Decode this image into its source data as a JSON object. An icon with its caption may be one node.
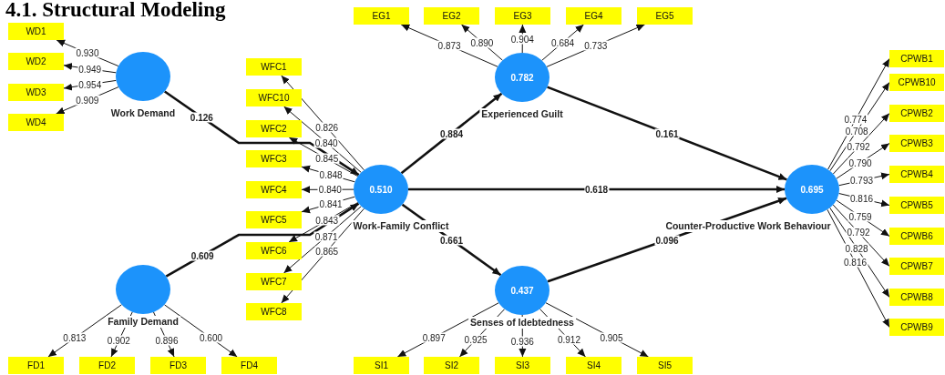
{
  "diagram": {
    "title": "4.1. Structural Modeling",
    "nodes": [
      {
        "text": [
          "WD1"
        ]
      },
      {
        "text": [
          "WD2"
        ]
      },
      {
        "text": [
          "WD3"
        ]
      },
      {
        "text": [
          "WD4"
        ]
      },
      {
        "text": [
          "Work Demand"
        ]
      },
      {
        "text": [
          "EG1"
        ]
      },
      {
        "text": [
          "EG2"
        ]
      },
      {
        "text": [
          "EG3"
        ]
      },
      {
        "text": [
          "EG4"
        ]
      },
      {
        "text": [
          "EG5"
        ]
      },
      {
        "text": [
          "0.782",
          "Experienced Guilt"
        ]
      },
      {
        "text": [
          "WFC1"
        ]
      },
      {
        "text": [
          "WFC10"
        ]
      },
      {
        "text": [
          "WFC2"
        ]
      },
      {
        "text": [
          "WFC3"
        ]
      },
      {
        "text": [
          "WFC4"
        ]
      },
      {
        "text": [
          "WFC5"
        ]
      },
      {
        "text": [
          "WFC6"
        ]
      },
      {
        "text": [
          "WFC7"
        ]
      },
      {
        "text": [
          "WFC8"
        ]
      },
      {
        "text": [
          "0.510",
          "Work-Family Conflict"
        ]
      },
      {
        "text": [
          "CPWB1"
        ]
      },
      {
        "text": [
          "CPWB10"
        ]
      },
      {
        "text": [
          "CPWB2"
        ]
      },
      {
        "text": [
          "CPWB3"
        ]
      },
      {
        "text": [
          "CPWB4"
        ]
      },
      {
        "text": [
          "CPWB5"
        ]
      },
      {
        "text": [
          "CPWB6"
        ]
      },
      {
        "text": [
          "CPWB7"
        ]
      },
      {
        "text": [
          "CPWB8"
        ]
      },
      {
        "text": [
          "CPWB9"
        ]
      },
      {
        "text": [
          "0.695",
          "Counter-Productive Work Behaviour"
        ]
      },
      {
        "text": [
          "Family Demand"
        ]
      },
      {
        "text": [
          "0.437",
          "Senses of Idebtedness"
        ]
      },
      {
        "text": [
          "FD1"
        ]
      },
      {
        "text": [
          "FD2"
        ]
      },
      {
        "text": [
          "FD3"
        ]
      },
      {
        "text": [
          "FD4"
        ]
      },
      {
        "text": [
          "SI1"
        ]
      },
      {
        "text": [
          "SI2"
        ]
      },
      {
        "text": [
          "SI3"
        ]
      },
      {
        "text": [
          "SI4"
        ]
      },
      {
        "text": [
          "SI5"
        ]
      }
    ],
    "edges": [
      {
        "from": 4,
        "to": 0,
        "arrow": "to",
        "label": "0.930"
      },
      {
        "from": 4,
        "to": 1,
        "arrow": "to",
        "label": "0.949"
      },
      {
        "from": 4,
        "to": 2,
        "arrow": "to",
        "label": "0.954"
      },
      {
        "from": 4,
        "to": 3,
        "arrow": "to",
        "label": "0.909"
      },
      {
        "from": 10,
        "to": 5,
        "arrow": "to",
        "label": "0.873"
      },
      {
        "from": 10,
        "to": 6,
        "arrow": "to",
        "label": "0.890"
      },
      {
        "from": 10,
        "to": 7,
        "arrow": "to",
        "label": "0.904"
      },
      {
        "from": 10,
        "to": 8,
        "arrow": "to",
        "label": "0.684"
      },
      {
        "from": 10,
        "to": 9,
        "arrow": "to",
        "label": "0.733"
      },
      {
        "from": 20,
        "to": 11,
        "arrow": "to",
        "label": "0.826"
      },
      {
        "from": 20,
        "to": 12,
        "arrow": "to",
        "label": "0.840"
      },
      {
        "from": 20,
        "to": 13,
        "arrow": "to",
        "label": "0.845"
      },
      {
        "from": 20,
        "to": 14,
        "arrow": "to",
        "label": "0.848"
      },
      {
        "from": 20,
        "to": 15,
        "arrow": "to",
        "label": "0.840"
      },
      {
        "from": 20,
        "to": 16,
        "arrow": "to",
        "label": "0.841"
      },
      {
        "from": 20,
        "to": 17,
        "arrow": "to",
        "label": "0.843"
      },
      {
        "from": 20,
        "to": 18,
        "arrow": "to",
        "label": "0.871"
      },
      {
        "from": 20,
        "to": 19,
        "arrow": "to",
        "label": "0.865"
      },
      {
        "from": 31,
        "to": 21,
        "arrow": "to",
        "label": "0.774"
      },
      {
        "from": 31,
        "to": 22,
        "arrow": "to",
        "label": "0.708"
      },
      {
        "from": 31,
        "to": 23,
        "arrow": "to",
        "label": "0.792"
      },
      {
        "from": 31,
        "to": 24,
        "arrow": "to",
        "label": "0.790"
      },
      {
        "from": 31,
        "to": 25,
        "arrow": "to",
        "label": "0.793"
      },
      {
        "from": 31,
        "to": 26,
        "arrow": "to",
        "label": "0.816"
      },
      {
        "from": 31,
        "to": 27,
        "arrow": "to",
        "label": "0.759"
      },
      {
        "from": 31,
        "to": 28,
        "arrow": "to",
        "label": "0.792"
      },
      {
        "from": 31,
        "to": 29,
        "arrow": "to",
        "label": "0.828"
      },
      {
        "from": 31,
        "to": 30,
        "arrow": "to",
        "label": "0.816"
      },
      {
        "from": 32,
        "to": 34,
        "arrow": "to",
        "label": "0.813"
      },
      {
        "from": 32,
        "to": 35,
        "arrow": "to",
        "label": "0.902"
      },
      {
        "from": 32,
        "to": 36,
        "arrow": "to",
        "label": "0.896"
      },
      {
        "from": 32,
        "to": 37,
        "arrow": "to",
        "label": "0.600"
      },
      {
        "from": 33,
        "to": 38,
        "arrow": "to",
        "label": "0.897"
      },
      {
        "from": 33,
        "to": 39,
        "arrow": "to",
        "label": "0.925"
      },
      {
        "from": 33,
        "to": 40,
        "arrow": "to",
        "label": "0.936"
      },
      {
        "from": 33,
        "to": 41,
        "arrow": "to",
        "label": "0.912"
      },
      {
        "from": 33,
        "to": 42,
        "arrow": "to",
        "label": "0.905"
      },
      {
        "from": 4,
        "to": 20,
        "arrow": "to",
        "label": "0.126",
        "style": "thick"
      },
      {
        "from": 32,
        "to": 20,
        "arrow": "to",
        "label": "0.609",
        "style": "thick"
      },
      {
        "from": 20,
        "to": 10,
        "arrow": "to",
        "label": "0.884",
        "style": "thick"
      },
      {
        "from": 20,
        "to": 33,
        "arrow": "to",
        "label": "0.661",
        "style": "thick"
      },
      {
        "from": 20,
        "to": 31,
        "arrow": "to",
        "label": "0.618",
        "style": "thick"
      },
      {
        "from": 10,
        "to": 31,
        "arrow": "to",
        "label": "0.161",
        "style": "thick"
      },
      {
        "from": 33,
        "to": 31,
        "arrow": "to",
        "label": "0.096",
        "style": "thick"
      }
    ]
  }
}
